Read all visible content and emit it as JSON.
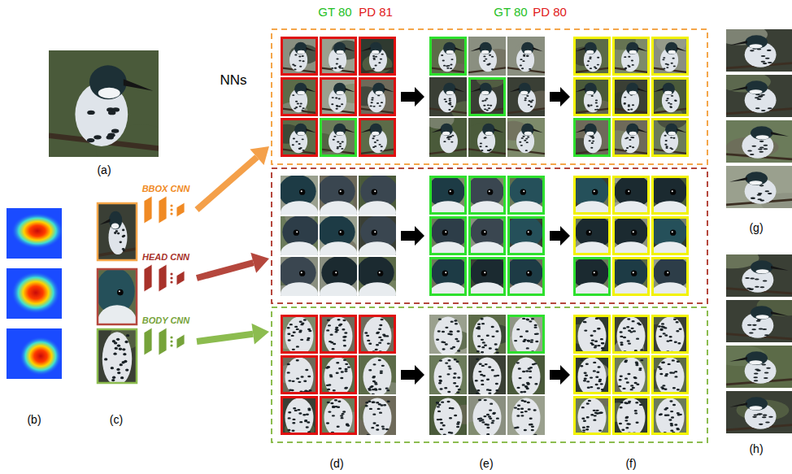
{
  "diagram": {
    "nodes": [
      {
        "text": [
          "BBOX CNN"
        ]
      },
      {
        "text": [
          "HEAD CNN"
        ]
      },
      {
        "text": [
          "BODY CNN"
        ]
      }
    ],
    "labels": [
      "GT 80",
      "PD 81",
      "GT 80",
      "PD 80",
      "NNs",
      "(a)",
      "(b)",
      "(c)",
      "(d)",
      "(e)",
      "(f)",
      "(g)",
      "(h)"
    ]
  }
}
